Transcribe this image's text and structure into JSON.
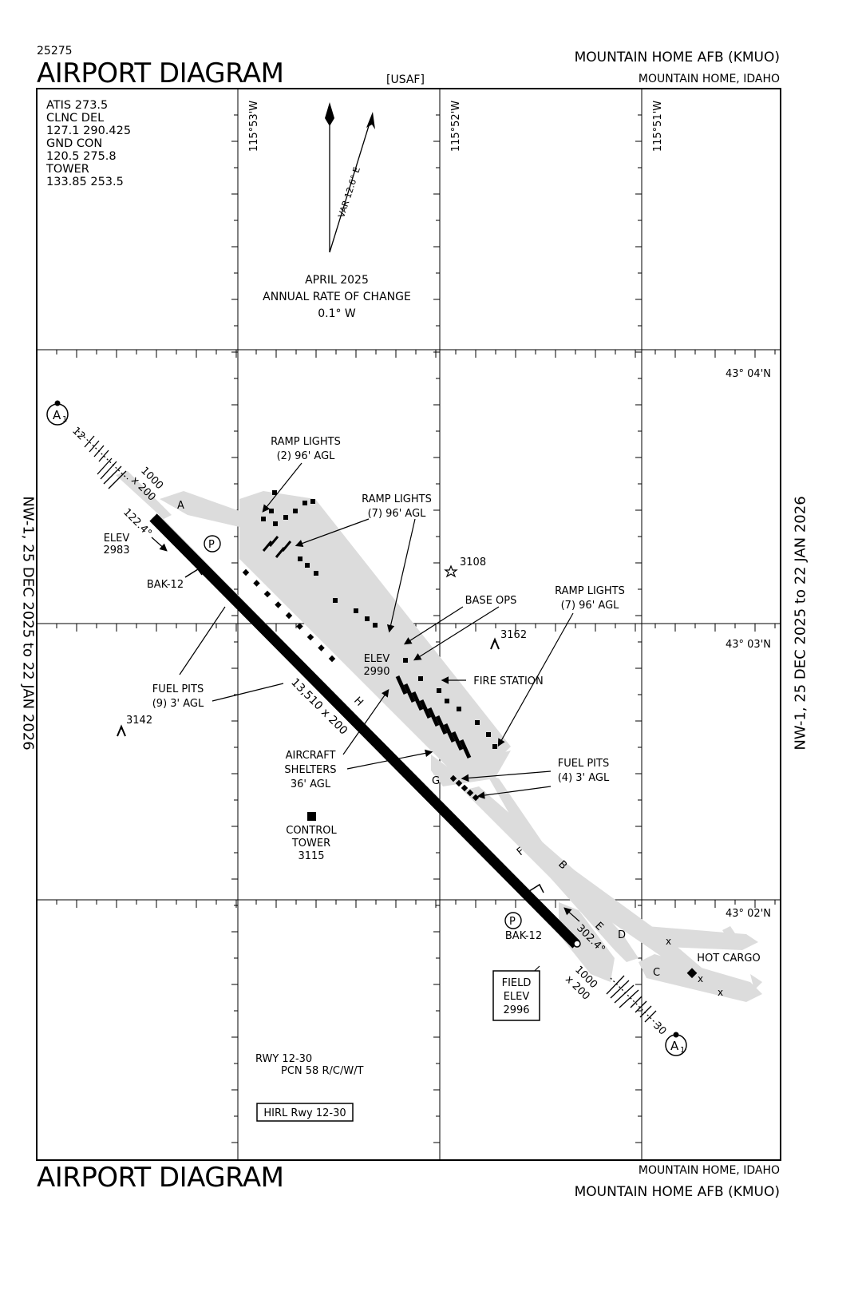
{
  "header": {
    "chart_number": "25275",
    "title": "AIRPORT DIAGRAM",
    "agency": "[USAF]",
    "airport_name": "MOUNTAIN HOME AFB  (KMUO)",
    "location": "MOUNTAIN HOME, IDAHO"
  },
  "footer": {
    "title": "AIRPORT DIAGRAM",
    "location": "MOUNTAIN HOME, IDAHO",
    "airport_name": "MOUNTAIN HOME AFB  (KMUO)"
  },
  "side_labels": {
    "left": "NW-1,  25 DEC 2025  to  22 JAN 2026",
    "right": "NW-1,  25 DEC 2025  to  22 JAN 2026"
  },
  "frequencies": [
    "ATIS 273.5",
    "CLNC DEL",
    "127.1  290.425",
    "GND CON",
    "120.5  275.8",
    "TOWER",
    "133.85  253.5"
  ],
  "magnetic": {
    "var_label": "VAR 12.6° E",
    "date": "APRIL 2025",
    "rate_label": "ANNUAL RATE OF CHANGE",
    "rate_value": "0.1° W"
  },
  "longitudes": [
    "115°53'W",
    "115°52'W",
    "115°51'W"
  ],
  "latitudes": [
    "43° 04'N",
    "43° 03'N",
    "43° 02'N"
  ],
  "runway": {
    "designation": "RWY 12-30",
    "dimensions": "13,510 x 200",
    "pcn": "PCN 58 R/C/W/T",
    "lighting": "HIRL Rwy 12-30",
    "end12": {
      "number": "12",
      "heading": "122.4°",
      "elev_label": "ELEV",
      "elev_value": "2983",
      "overrun_len": "1000",
      "overrun_wid": "x 200",
      "arresting": "BAK-12"
    },
    "end30": {
      "number": "30",
      "heading": "302.4°",
      "overrun_len": "1000",
      "overrun_wid": "x 200",
      "arresting": "BAK-12"
    }
  },
  "field_elev": {
    "label1": "FIELD",
    "label2": "ELEV",
    "value": "2996"
  },
  "labels": {
    "ramp_lights_1": [
      "RAMP LIGHTS",
      "(2) 96' AGL"
    ],
    "ramp_lights_2": [
      "RAMP LIGHTS",
      "(7) 96' AGL"
    ],
    "ramp_lights_3": [
      "RAMP LIGHTS",
      "(7) 96' AGL"
    ],
    "base_ops": "BASE OPS",
    "fire_station": "FIRE STATION",
    "fuel_pits_1": [
      "FUEL PITS",
      "(9) 3' AGL"
    ],
    "fuel_pits_2": [
      "FUEL PITS",
      "(4) 3' AGL"
    ],
    "aircraft_shelters": [
      "AIRCRAFT",
      "SHELTERS",
      "36' AGL"
    ],
    "control_tower": [
      "CONTROL",
      "TOWER",
      "3115"
    ],
    "elev_ramp": [
      "ELEV",
      "2990"
    ],
    "hot_cargo": "HOT CARGO",
    "spot_3108": "3108",
    "spot_3162": "3162",
    "spot_3142": "3142",
    "approach_symbol": "A",
    "approach_sub": "1",
    "parking_symbol": "P"
  },
  "taxiways": [
    "A",
    "H",
    "G",
    "F",
    "B",
    "E",
    "D",
    "C"
  ]
}
